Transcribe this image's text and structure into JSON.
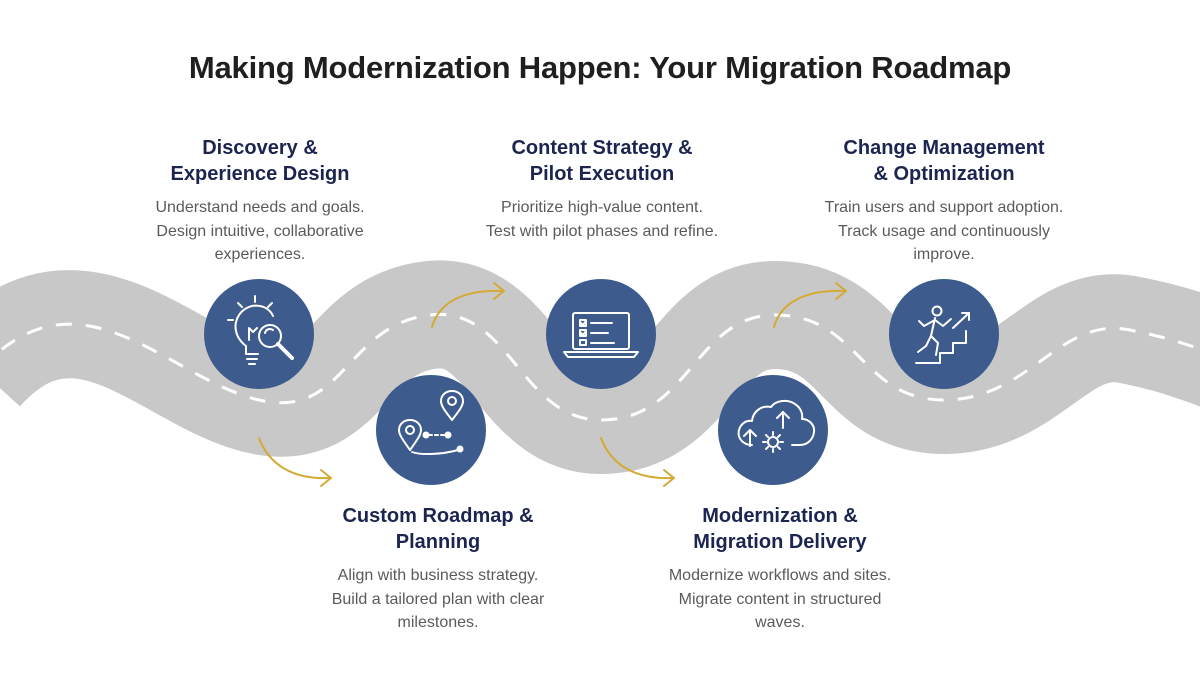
{
  "title": "Making Modernization Happen: Your Migration Roadmap",
  "colors": {
    "road": "#c8c8c8",
    "lane_marking": "#ffffff",
    "circle": "#3d5b8c",
    "arrow": "#d4aa35",
    "step_title": "#1c2550",
    "step_desc": "#5a5a5a"
  },
  "steps": [
    {
      "title": "Discovery &\nExperience Design",
      "description": "Understand needs and goals.\nDesign intuitive, collaborative\nexperiences.",
      "icon": "lightbulb-magnifier-icon"
    },
    {
      "title": "Custom Roadmap &\nPlanning",
      "description": "Align with business strategy.\nBuild a tailored plan with clear\nmilestones.",
      "icon": "route-map-pins-icon"
    },
    {
      "title": "Content Strategy &\nPilot Execution",
      "description": "Prioritize high-value content.\nTest with pilot phases and refine.",
      "icon": "laptop-checklist-icon"
    },
    {
      "title": "Modernization &\nMigration Delivery",
      "description": "Modernize workflows and sites.\nMigrate content in structured\nwaves.",
      "icon": "cloud-upload-gear-icon"
    },
    {
      "title": "Change Management\n& Optimization",
      "description": "Train users and support adoption.\nTrack usage and continuously\nimprove.",
      "icon": "person-climbing-stairs-icon"
    }
  ]
}
